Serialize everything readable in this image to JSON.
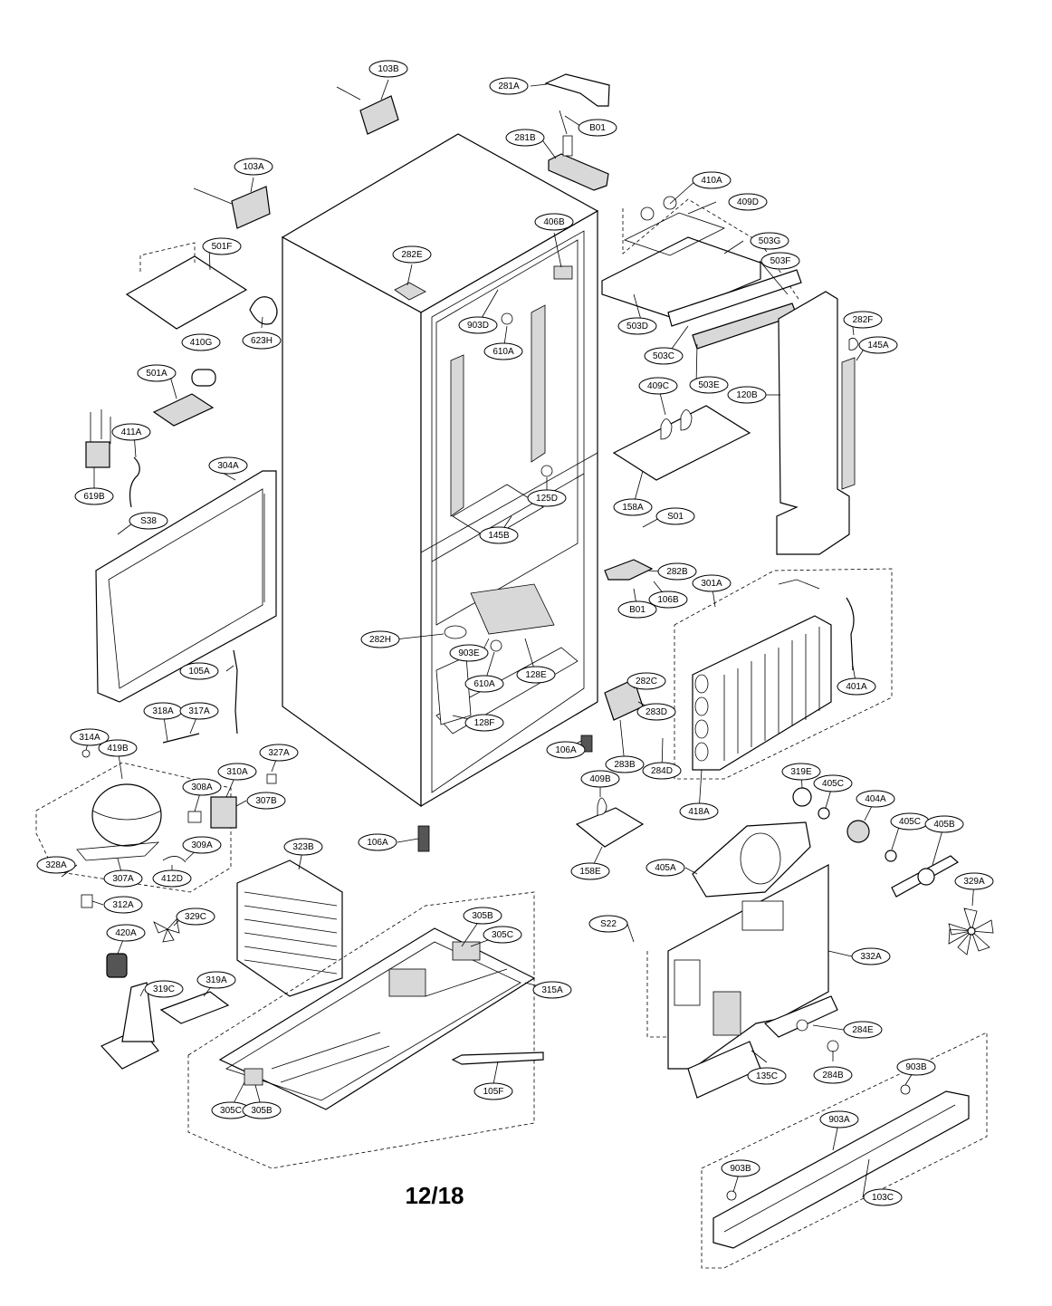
{
  "page_number": "12/18",
  "labels": [
    {
      "id": "103B",
      "text": "103B"
    },
    {
      "id": "281A",
      "text": "281A"
    },
    {
      "id": "B01a",
      "text": "B01"
    },
    {
      "id": "281B",
      "text": "281B"
    },
    {
      "id": "103A",
      "text": "103A"
    },
    {
      "id": "410A",
      "text": "410A"
    },
    {
      "id": "409D",
      "text": "409D"
    },
    {
      "id": "406B",
      "text": "406B"
    },
    {
      "id": "501F",
      "text": "501F"
    },
    {
      "id": "282E",
      "text": "282E"
    },
    {
      "id": "503G",
      "text": "503G"
    },
    {
      "id": "503F",
      "text": "503F"
    },
    {
      "id": "623H",
      "text": "623H"
    },
    {
      "id": "903Da",
      "text": "903D"
    },
    {
      "id": "503D",
      "text": "503D"
    },
    {
      "id": "282F",
      "text": "282F"
    },
    {
      "id": "410G",
      "text": "410G"
    },
    {
      "id": "610Aa",
      "text": "610A"
    },
    {
      "id": "503C",
      "text": "503C"
    },
    {
      "id": "145A",
      "text": "145A"
    },
    {
      "id": "501A",
      "text": "501A"
    },
    {
      "id": "503E",
      "text": "503E"
    },
    {
      "id": "409C",
      "text": "409C"
    },
    {
      "id": "120B",
      "text": "120B"
    },
    {
      "id": "411A",
      "text": "411A"
    },
    {
      "id": "304A",
      "text": "304A"
    },
    {
      "id": "125D",
      "text": "125D"
    },
    {
      "id": "619B",
      "text": "619B"
    },
    {
      "id": "158A",
      "text": "158A"
    },
    {
      "id": "S38",
      "text": "S38"
    },
    {
      "id": "S01",
      "text": "S01"
    },
    {
      "id": "145B",
      "text": "145B"
    },
    {
      "id": "282B",
      "text": "282B"
    },
    {
      "id": "301A",
      "text": "301A"
    },
    {
      "id": "B01b",
      "text": "B01"
    },
    {
      "id": "106B",
      "text": "106B"
    },
    {
      "id": "282H",
      "text": "282H"
    },
    {
      "id": "903Eb",
      "text": "903E"
    },
    {
      "id": "105A",
      "text": "105A"
    },
    {
      "id": "128E",
      "text": "128E"
    },
    {
      "id": "610Ab",
      "text": "610A"
    },
    {
      "id": "401A",
      "text": "401A"
    },
    {
      "id": "318A",
      "text": "318A"
    },
    {
      "id": "317A",
      "text": "317A"
    },
    {
      "id": "282C",
      "text": "282C"
    },
    {
      "id": "283D",
      "text": "283D"
    },
    {
      "id": "128F",
      "text": "128F"
    },
    {
      "id": "314A",
      "text": "314A"
    },
    {
      "id": "419B",
      "text": "419B"
    },
    {
      "id": "327A",
      "text": "327A"
    },
    {
      "id": "106Aa",
      "text": "106A"
    },
    {
      "id": "283B",
      "text": "283B"
    },
    {
      "id": "284D",
      "text": "284D"
    },
    {
      "id": "310A",
      "text": "310A"
    },
    {
      "id": "319E",
      "text": "319E"
    },
    {
      "id": "405Ca",
      "text": "405C"
    },
    {
      "id": "308A",
      "text": "308A"
    },
    {
      "id": "307B",
      "text": "307B"
    },
    {
      "id": "409B",
      "text": "409B"
    },
    {
      "id": "404A",
      "text": "404A"
    },
    {
      "id": "418A",
      "text": "418A"
    },
    {
      "id": "405Cb",
      "text": "405C"
    },
    {
      "id": "405B",
      "text": "405B"
    },
    {
      "id": "106Ab",
      "text": "106A"
    },
    {
      "id": "323B",
      "text": "323B"
    },
    {
      "id": "309A",
      "text": "309A"
    },
    {
      "id": "328A",
      "text": "328A"
    },
    {
      "id": "307A",
      "text": "307A"
    },
    {
      "id": "412D",
      "text": "412D"
    },
    {
      "id": "158E",
      "text": "158E"
    },
    {
      "id": "405A",
      "text": "405A"
    },
    {
      "id": "329A",
      "text": "329A"
    },
    {
      "id": "312A",
      "text": "312A"
    },
    {
      "id": "305Ba",
      "text": "305B"
    },
    {
      "id": "329C",
      "text": "329C"
    },
    {
      "id": "305Ca",
      "text": "305C"
    },
    {
      "id": "S22",
      "text": "S22"
    },
    {
      "id": "420A",
      "text": "420A"
    },
    {
      "id": "332A",
      "text": "332A"
    },
    {
      "id": "315A",
      "text": "315A"
    },
    {
      "id": "319C",
      "text": "319C"
    },
    {
      "id": "319A",
      "text": "319A"
    },
    {
      "id": "284E",
      "text": "284E"
    },
    {
      "id": "135C",
      "text": "135C"
    },
    {
      "id": "284B",
      "text": "284B"
    },
    {
      "id": "903Ba",
      "text": "903B"
    },
    {
      "id": "105F",
      "text": "105F"
    },
    {
      "id": "903A",
      "text": "903A"
    },
    {
      "id": "305Cb",
      "text": "305C"
    },
    {
      "id": "305Bb",
      "text": "305B"
    },
    {
      "id": "903Bb",
      "text": "903B"
    },
    {
      "id": "103C",
      "text": "103C"
    }
  ]
}
